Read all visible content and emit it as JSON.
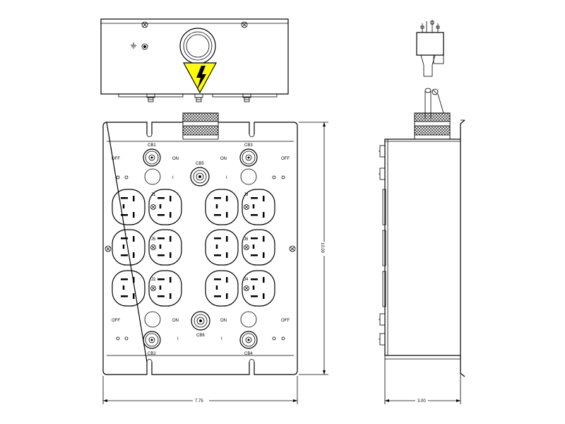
{
  "labels": {
    "cb1": "CB1",
    "cb2": "CB2",
    "cb3": "CB3",
    "cb4": "CB4",
    "cb5": "CB5",
    "cb6": "CB6",
    "j1": "J1",
    "j2": "J2",
    "j3": "J3",
    "j4": "J4",
    "j5": "J5",
    "j6": "J6",
    "off": "OFF",
    "on": "ON",
    "one": "I"
  },
  "dimensions": {
    "width": "7.75",
    "height": "10.00",
    "depth": "3.00"
  },
  "colors": {
    "warning_fill": "#ffff00",
    "line": "#000000"
  }
}
